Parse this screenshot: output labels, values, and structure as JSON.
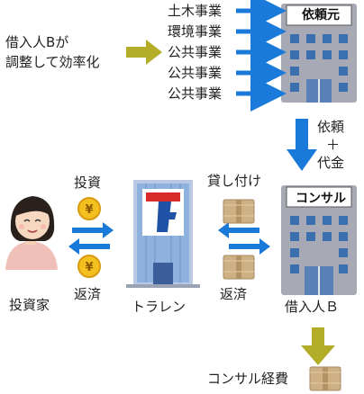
{
  "left_note": {
    "line1": "借入人Bが",
    "line2": "調整して効率化"
  },
  "projects": [
    "土木事業",
    "環境事業",
    "公共事業",
    "公共事業",
    "公共事業"
  ],
  "client_building_label": "依頼元",
  "request": {
    "line1": "依頼",
    "line2": "＋",
    "line3": "代金"
  },
  "consul_building_label": "コンサル",
  "investor": {
    "invest_label": "投資",
    "return_label": "返済",
    "name": "投資家"
  },
  "toralen": {
    "name": "トラレン"
  },
  "borrower": {
    "lend_label": "貸し付け",
    "return_label": "返済",
    "name": "借入人Ｂ"
  },
  "cost": {
    "label": "コンサル経費"
  },
  "colors": {
    "blue_arrow": "#1a7ad9",
    "olive_arrow": "#b3ad28",
    "coin": "#f4c020",
    "money_bag": "#cdb083",
    "building_gray": "#a7aab4",
    "window_blue": "#3b6fb0",
    "toralen_red": "#d92a2a",
    "toralen_blue": "#1f52a6"
  },
  "icons": [
    "coin-icon",
    "money-bundle-icon",
    "office-building-icon",
    "person-icon"
  ]
}
